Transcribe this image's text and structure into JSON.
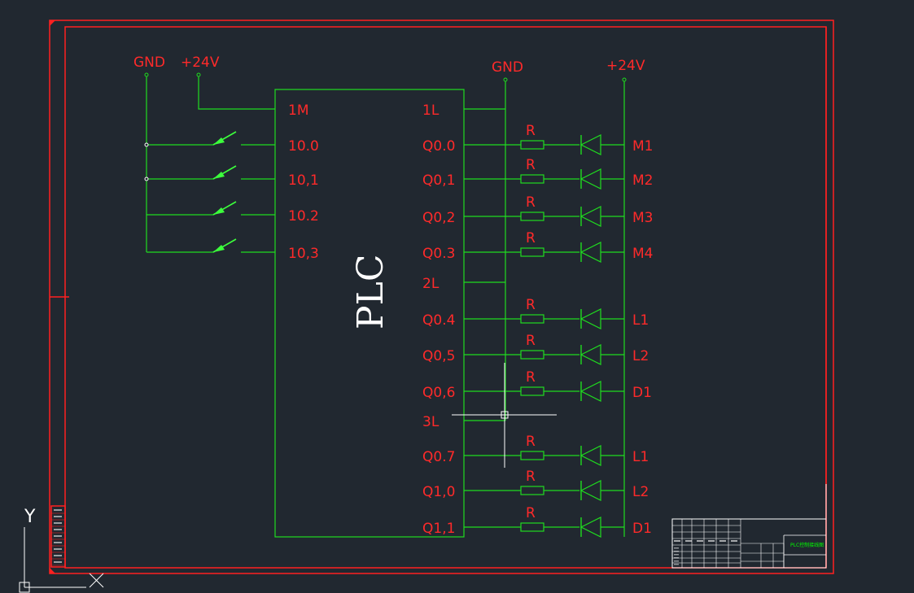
{
  "drawing": {
    "plc_label": "PLC",
    "input_supply": {
      "gnd": "GND",
      "v24": "+24V"
    },
    "output_supply": {
      "gnd": "GND",
      "v24": "+24V"
    },
    "common_input": "1M",
    "inputs": [
      "10.0",
      "10,1",
      "10.2",
      "10,3"
    ],
    "commons": [
      "1L",
      "2L",
      "3L"
    ],
    "outputs": [
      {
        "terminal": "Q0.0",
        "resistor": "R",
        "load": "M1"
      },
      {
        "terminal": "Q0,1",
        "resistor": "R",
        "load": "M2"
      },
      {
        "terminal": "Q0,2",
        "resistor": "R",
        "load": "M3"
      },
      {
        "terminal": "Q0.3",
        "resistor": "R",
        "load": "M4"
      },
      {
        "terminal": "Q0.4",
        "resistor": "R",
        "load": "L1"
      },
      {
        "terminal": "Q0,5",
        "resistor": "R",
        "load": "L2"
      },
      {
        "terminal": "Q0,6",
        "resistor": "R",
        "load": "D1"
      },
      {
        "terminal": "Q0.7",
        "resistor": "R",
        "load": "L1"
      },
      {
        "terminal": "Q1,0",
        "resistor": "R",
        "load": "L2"
      },
      {
        "terminal": "Q1,1",
        "resistor": "R",
        "load": "D1"
      }
    ],
    "title_block_title": "PLC控制接线图",
    "ucs_y": "Y"
  },
  "colors": {
    "background": "#212830",
    "frame": "#ff2020",
    "wire": "#1fdc1f",
    "label": "#ff2a2a",
    "plc_text": "#ffffff",
    "switch_contact": "#3cff3c"
  }
}
